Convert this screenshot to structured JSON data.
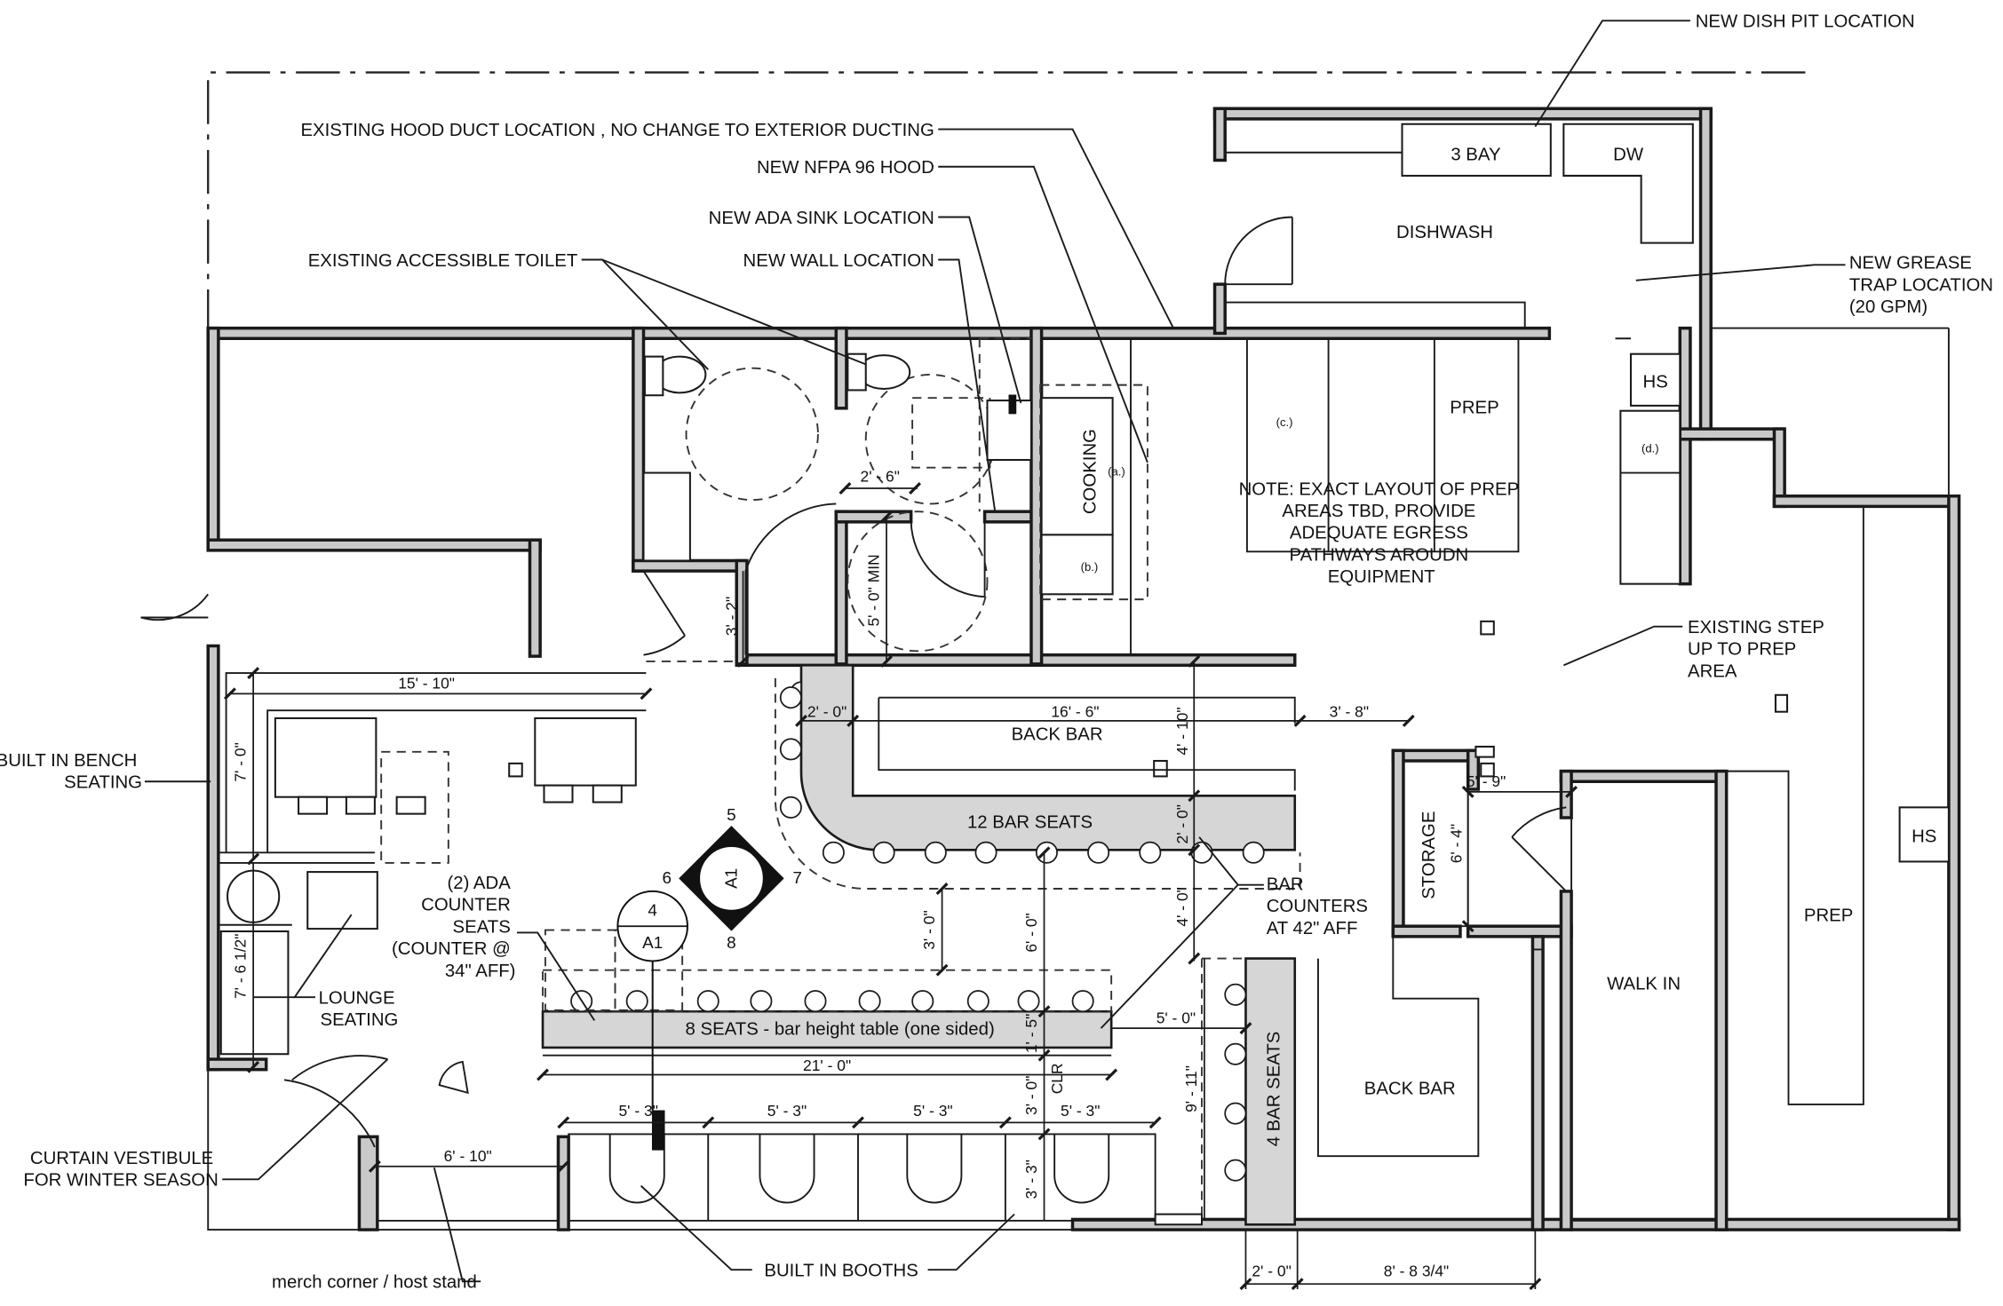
{
  "notes": {
    "dish_pit": "NEW DISH PIT LOCATION",
    "hood_duct": "EXISTING HOOD DUCT LOCATION , NO CHANGE TO EXTERIOR DUCTING",
    "hood": "NEW NFPA 96 HOOD",
    "ada_sink": "NEW ADA SINK LOCATION",
    "toilet": "EXISTING ACCESSIBLE TOILET",
    "new_wall": "NEW WALL LOCATION",
    "grease_trap": [
      "NEW GREASE",
      "TRAP LOCATION",
      "(20 GPM)"
    ],
    "prep_note": [
      "NOTE: EXACT LAYOUT OF PREP",
      "AREAS TBD, PROVIDE",
      "ADEQUATE EGRESS",
      "PATHWAYS AROUDN",
      "EQUIPMENT"
    ],
    "step": [
      "EXISTING STEP",
      "UP TO PREP",
      "AREA"
    ],
    "bench": [
      "BUILT IN BENCH",
      "SEATING"
    ],
    "ada_counter": [
      "(2) ADA",
      "COUNTER",
      "SEATS",
      "(COUNTER @",
      "34\" AFF)"
    ],
    "bar_counters": [
      "BAR",
      "COUNTERS",
      "AT 42\" AFF"
    ],
    "lounge": [
      "LOUNGE",
      "SEATING"
    ],
    "vestibule": [
      "CURTAIN VESTIBULE",
      "FOR WINTER SEASON"
    ],
    "merch": "merch corner / host stand",
    "booths": "BUILT IN BOOTHS"
  },
  "rooms": {
    "three_bay": "3 BAY",
    "dw": "DW",
    "dishwash": "DISHWASH",
    "prep_top": "PREP",
    "hs_top": "HS",
    "d_tag": "(d.)",
    "c_tag": "(c.)",
    "a_tag": "(a.)",
    "b_tag": "(b.)",
    "cooking": "COOKING",
    "back_bar_top": "BACK BAR",
    "twelve_seats": "12 BAR SEATS",
    "storage": "STORAGE",
    "walk_in": "WALK IN",
    "prep_right": "PREP",
    "hs_right": "HS",
    "back_bar_right": "BACK BAR",
    "four_seats": "4 BAR SEATS",
    "eight_seats": "8 SEATS - bar height table (one sided)"
  },
  "section_tags": {
    "a1_diamond": "A1",
    "n5": "5",
    "n6": "6",
    "n7": "7",
    "n8": "8",
    "circle_num": "4",
    "circle_sheet": "A1"
  },
  "dimensions": {
    "d15_10": "15' - 10\"",
    "d7_0": "7' - 0\"",
    "d7_6h": "7' - 6 1/2\"",
    "d2_6": "2' - 6\"",
    "d5_0min": "5' - 0\" MIN",
    "d3_2": "3' - 2\"",
    "d2_0a": "2' - 0\"",
    "d16_6": "16' - 6\"",
    "d4_10": "4' - 10\"",
    "d3_8": "3' - 8\"",
    "d2_0b": "2' - 0\"",
    "d4_0": "4' - 0\"",
    "d3_0a": "3' - 0\"",
    "d6_0": "6' - 0\"",
    "d1_5": "1' - 5\"",
    "d3_0b": "3' - 0\"",
    "clr": "CLR",
    "d5_0b": "5' - 0\"",
    "d21_0": "21' - 0\"",
    "d9_11": "9' - 11\"",
    "d5_3a": "5' - 3\"",
    "d5_3b": "5' - 3\"",
    "d5_3c": "5' - 3\"",
    "d5_3d": "5' - 3\"",
    "d3_3": "3' - 3\"",
    "d6_10": "6' - 10\"",
    "d5_9": "5' - 9\"",
    "d6_4": "6' - 4\"",
    "d2_0c": "2' - 0\"",
    "d8_8": "8' - 8 3/4\""
  }
}
